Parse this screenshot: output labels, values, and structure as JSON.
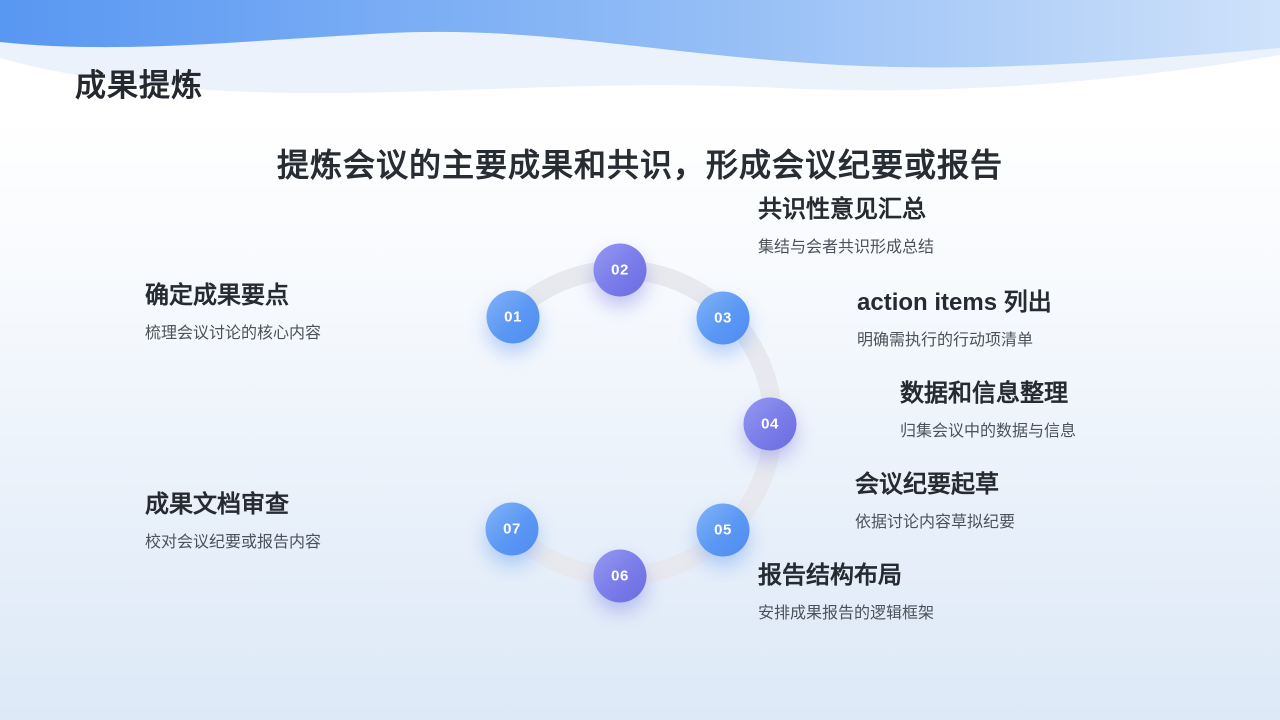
{
  "slide": {
    "title": "成果提炼",
    "subtitle": "提炼会议的主要成果和共识，形成会议纪要或报告"
  },
  "steps": [
    {
      "number": "01",
      "title": "确定成果要点",
      "desc": "梳理会议讨论的核心内容"
    },
    {
      "number": "02",
      "title": "共识性意见汇总",
      "desc": "集结与会者共识形成总结"
    },
    {
      "number": "03",
      "title": "action items 列出",
      "desc": "明确需执行的行动项清单"
    },
    {
      "number": "04",
      "title": "数据和信息整理",
      "desc": "归集会议中的数据与信息"
    },
    {
      "number": "05",
      "title": "会议纪要起草",
      "desc": "依据讨论内容草拟纪要"
    },
    {
      "number": "06",
      "title": "报告结构布局",
      "desc": "安排成果报告的逻辑框架"
    },
    {
      "number": "07",
      "title": "成果文档审查",
      "desc": "校对会议纪要或报告内容"
    }
  ],
  "colors": {
    "node_blue": "#5b97f3",
    "node_purple": "#7a7ce9",
    "ring_gray": "#e8e9ee",
    "header_blue_left": "#5897f2",
    "header_blue_right": "#cfe2fa",
    "heading_text": "#262a31",
    "desc_text": "#4c525b",
    "background_bottom": "#dde9f7"
  }
}
